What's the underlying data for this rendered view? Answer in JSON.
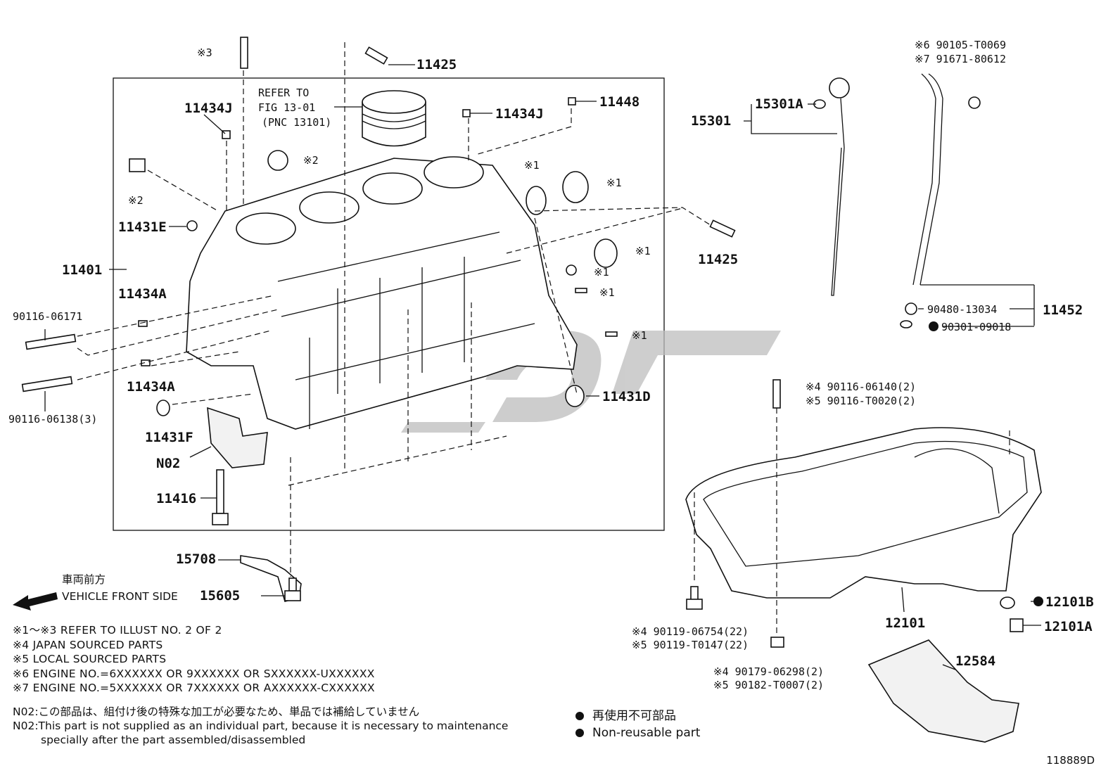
{
  "refer": {
    "line1": "REFER TO",
    "line2": "FIG 13-01",
    "line3": "(PNC 13101)"
  },
  "labels": {
    "p11425_top": "11425",
    "p11434J_left": "11434J",
    "p11434J_mid": "11434J",
    "p11448": "11448",
    "mark3": "※3",
    "mark2_a": "※2",
    "mark2_b": "※2",
    "mark1_a": "※1",
    "mark1_b": "※1",
    "mark1_c": "※1",
    "mark1_d": "※1",
    "mark1_e": "※1",
    "mark1_f": "※1",
    "p11431E": "11431E",
    "p11401": "11401",
    "p11434A_top": "11434A",
    "p11434A_bot": "11434A",
    "p90116_06171": "90116-06171",
    "p90116_06138": "90116-06138(3)",
    "p11431F": "11431F",
    "pN02": "N02",
    "p11416": "11416",
    "p11425_right": "11425",
    "p11431D": "11431D",
    "p15708": "15708",
    "p15605": "15605",
    "p15301A": "15301A",
    "p15301": "15301",
    "p90105": "※6 90105-T0069",
    "p91671": "※7 91671-80612",
    "p90480": "90480-13034",
    "p90301": "90301-09018",
    "p11452": "11452",
    "p90116_06140": "※4 90116-06140(2)",
    "p90116_T0020": "※5 90116-T0020(2)",
    "p90119_06754": "※4 90119-06754(22)",
    "p90119_T0147": "※5 90119-T0147(22)",
    "p90179": "※4 90179-06298(2)",
    "p90182": "※5 90182-T0007(2)",
    "p12101": "12101",
    "p12101B": "12101B",
    "p12101A": "12101A",
    "p12584": "12584"
  },
  "front": {
    "jp": "車両前方",
    "en": "VEHICLE FRONT SIDE"
  },
  "notes": [
    "※1～※3  REFER TO ILLUST NO. 2 OF 2",
    "※4 JAPAN SOURCED PARTS",
    "※5 LOCAL SOURCED PARTS",
    "※6 ENGINE NO.=6XXXXXX OR 9XXXXXX OR SXXXXXX-UXXXXXX",
    "※7 ENGINE NO.=5XXXXXX OR 7XXXXXX OR AXXXXXX-CXXXXXX"
  ],
  "n02": {
    "jp": "N02:この部品は、組付け後の特殊な加工が必要なため、単品では補給していません",
    "en1": "N02:This part is not supplied as an individual part, because it is necessary to maintenance",
    "en2": "specially after the part assembled/disassembled"
  },
  "legend": {
    "jp": "再使用不可部品",
    "en": "Non-reusable part"
  },
  "figure_id": "118889D"
}
